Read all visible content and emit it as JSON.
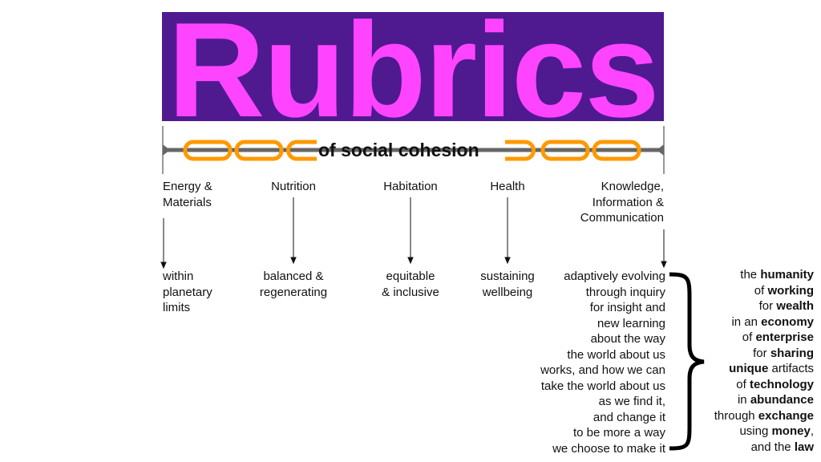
{
  "title": "Rubrics",
  "subtitle": "of social cohesion",
  "colors": {
    "banner": "#4f1a8f",
    "title": "#ff44ff",
    "chain": "#ff9900",
    "line": "#666666"
  },
  "domains": [
    {
      "label": "Energy & Materials",
      "lines": [
        "Energy &",
        "Materials"
      ],
      "rubric": [
        "within",
        "planetary",
        "limits"
      ]
    },
    {
      "label": "Nutrition",
      "lines": [
        "Nutrition"
      ],
      "rubric": [
        "balanced &",
        "regenerating"
      ]
    },
    {
      "label": "Habitation",
      "lines": [
        "Habitation"
      ],
      "rubric": [
        "equitable",
        "& inclusive"
      ]
    },
    {
      "label": "Health",
      "lines": [
        "Health"
      ],
      "rubric": [
        "sustaining",
        "wellbeing"
      ]
    },
    {
      "label": "Knowledge, Information & Communication",
      "lines": [
        "Knowledge,",
        "Information &",
        "Communication"
      ],
      "rubric": [
        "adaptively evolving",
        "through inquiry",
        "for insight and",
        "new learning",
        "about the way",
        "the world about us",
        "works, and how we can",
        "take the world about us",
        "as we find it,",
        "and change it",
        "to be more a way",
        "we choose to make it"
      ]
    }
  ],
  "economy": [
    [
      "the ",
      "humanity",
      ""
    ],
    [
      "of ",
      "working",
      ""
    ],
    [
      "for ",
      "wealth",
      ""
    ],
    [
      "in an ",
      "economy",
      ""
    ],
    [
      "of ",
      "enterprise",
      ""
    ],
    [
      "for ",
      "sharing",
      ""
    ],
    [
      "",
      "unique",
      " artifacts"
    ],
    [
      "of ",
      "technology",
      ""
    ],
    [
      "in ",
      "abundance",
      ""
    ],
    [
      "through ",
      "exchange",
      ""
    ],
    [
      "using ",
      "money",
      ","
    ],
    [
      "and the ",
      "law",
      ""
    ]
  ]
}
